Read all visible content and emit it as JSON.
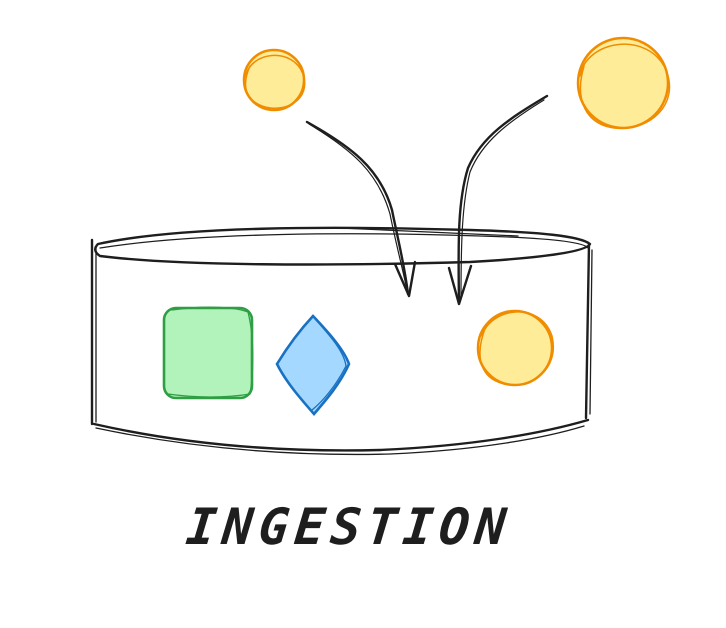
{
  "diagram": {
    "caption": "INGESTION",
    "colors": {
      "ink": "#1e1e1e",
      "circle_fill": "#ffec99",
      "circle_stroke": "#f08c00",
      "square_fill": "#b2f2bb",
      "square_stroke": "#2f9e44",
      "diamond_fill": "#a5d8ff",
      "diamond_stroke": "#1971c2"
    },
    "shapes": {
      "incoming": [
        "circle",
        "circle"
      ],
      "inside_container": [
        "square",
        "diamond",
        "circle"
      ]
    }
  }
}
